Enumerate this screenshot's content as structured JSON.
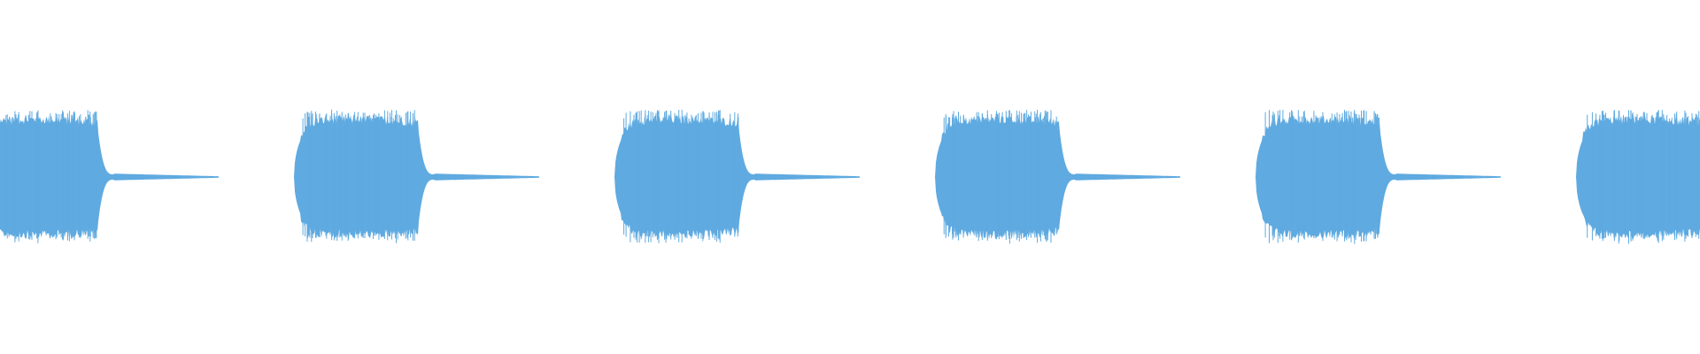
{
  "waveform": {
    "color": "#5faae0",
    "background": "#ffffff",
    "bursts": [
      {
        "index": 1,
        "clipped_left": true,
        "clipped_right": false
      },
      {
        "index": 2,
        "clipped_left": false,
        "clipped_right": false
      },
      {
        "index": 3,
        "clipped_left": false,
        "clipped_right": false
      },
      {
        "index": 4,
        "clipped_left": false,
        "clipped_right": false
      },
      {
        "index": 5,
        "clipped_left": false,
        "clipped_right": false
      },
      {
        "index": 6,
        "clipped_left": false,
        "clipped_right": true
      }
    ]
  }
}
